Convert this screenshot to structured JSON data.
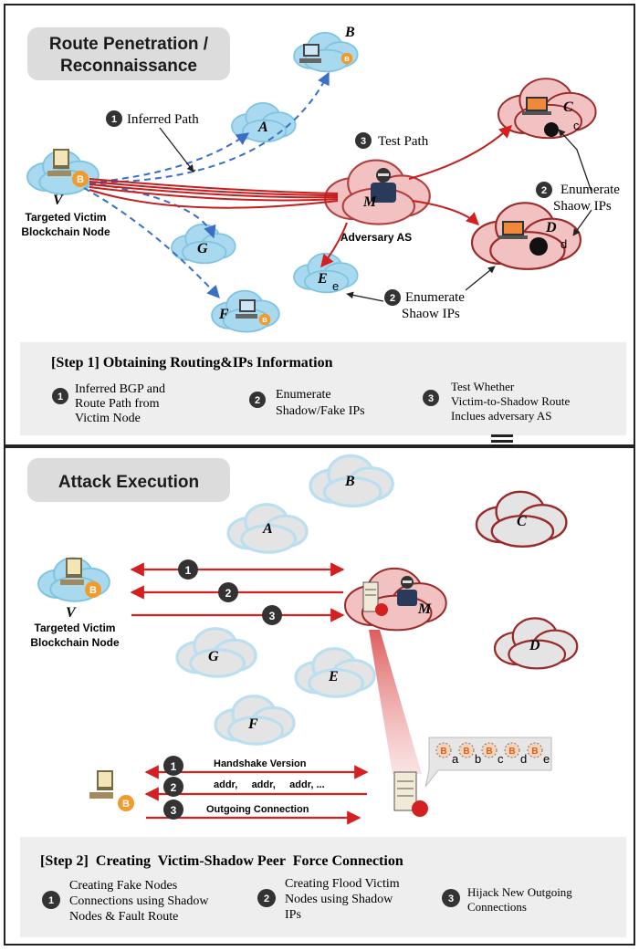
{
  "panel1": {
    "title_line1": "Route Penetration /",
    "title_line2": "Reconnaissance",
    "victim": {
      "letter": "V",
      "label_line1": "Targeted Victim",
      "label_line2": "Blockchain Node"
    },
    "clouds": {
      "a": "A",
      "b": "B",
      "c": "C",
      "d": "D",
      "e": "E",
      "f": "F",
      "g": "G",
      "m": "M"
    },
    "small_letters": {
      "c": "c",
      "d": "d",
      "e": "e"
    },
    "adversary_label": "Adversary AS",
    "annotations": {
      "inferred_num": "1",
      "inferred_text": "Inferred Path",
      "test_num": "3",
      "test_text": "Test Path",
      "enum_right_num": "2",
      "enum_right_line1": "Enumerate",
      "enum_right_line2": "Shaow IPs",
      "enum_bottom_num": "2",
      "enum_bottom_line1": "Enumerate",
      "enum_bottom_line2": "Shaow IPs"
    },
    "step": {
      "title": "[Step 1]  Obtaining Routing&IPs Information",
      "items": [
        {
          "num": "1",
          "lines": [
            "Inferred BGP and",
            "Route Path from",
            "Victim Node"
          ]
        },
        {
          "num": "2",
          "lines": [
            "Enumerate",
            "Shadow/Fake IPs"
          ]
        },
        {
          "num": "3",
          "lines": [
            "Test Whether",
            " Victim-to-Shadow Route",
            "Inclues adversary AS"
          ]
        }
      ]
    }
  },
  "panel2": {
    "title": "Attack Execution",
    "victim": {
      "letter": "V",
      "label_line1": "Targeted Victim",
      "label_line2": "Blockchain Node"
    },
    "clouds": {
      "a": "A",
      "b": "B",
      "c": "C",
      "d": "D",
      "e": "E",
      "f": "F",
      "g": "G",
      "m": "M"
    },
    "arrow_nums": [
      "1",
      "2",
      "3"
    ],
    "msgs": {
      "m1_num": "1",
      "m1_text": "Handshake Version",
      "m2_num": "2",
      "m2_text": "addr,     addr,     addr, ...",
      "m3_num": "3",
      "m3_text": "Outgoing Connection"
    },
    "shadow_labels": [
      "a",
      "b",
      "c",
      "d",
      "e"
    ],
    "coin_symbol": "B",
    "step": {
      "title": "[Step 2]  Creating  Victim-Shadow Peer  Force Connection",
      "items": [
        {
          "num": "1",
          "lines": [
            "Creating Fake Nodes",
            "Connections using Shadow",
            "Nodes & Fault Route"
          ]
        },
        {
          "num": "2",
          "lines": [
            "Creating Flood Victim",
            "Nodes using Shadow",
            "IPs"
          ]
        },
        {
          "num": "3",
          "lines": [
            "Hijack New Outgoing",
            "Connections"
          ]
        }
      ]
    }
  },
  "colors": {
    "red_arrow": "#d42020",
    "blue_dash": "#3a6fc4",
    "blue_cloud": "#a9d9ee",
    "red_cloud": "#f2c1c1",
    "grey_cloud": "#e4e4e4",
    "panel_grey": "#eeeeee",
    "badge": "#333333"
  }
}
